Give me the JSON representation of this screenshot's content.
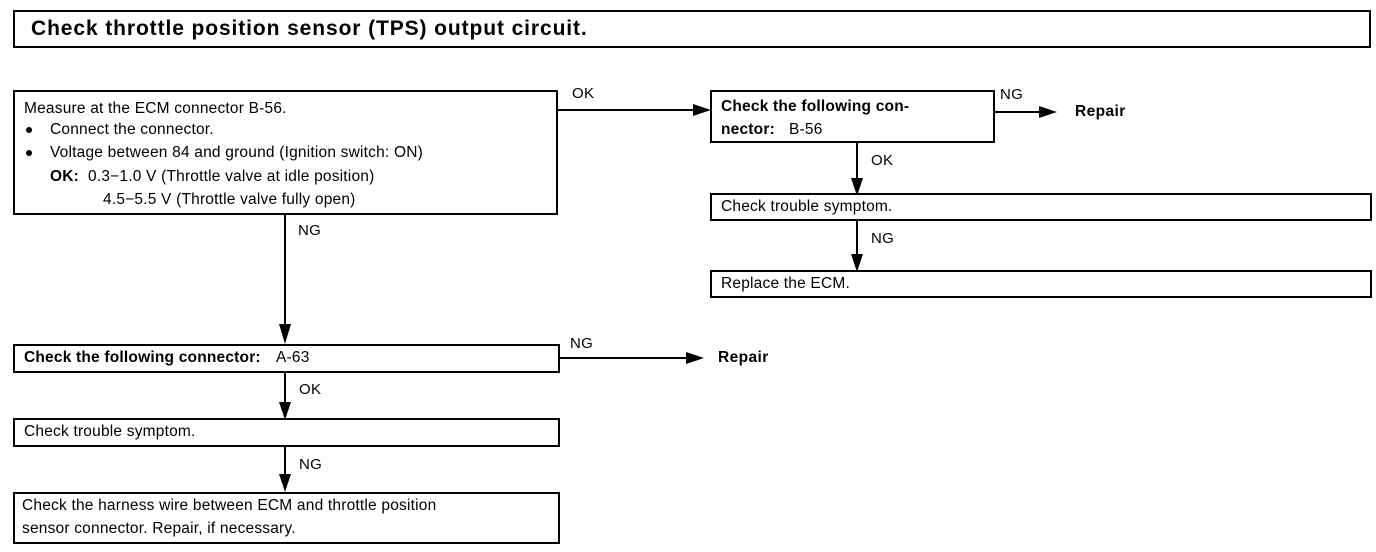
{
  "header": {
    "title": "Check throttle position sensor (TPS) output circuit."
  },
  "flow": {
    "measure_box": {
      "line1": "Measure at the ECM connector B-56.",
      "bullet1": "Connect the connector.",
      "bullet2": "Voltage between 84 and ground (Ignition switch: ON)",
      "ok_label": "OK:",
      "ok_value1": "0.3−1.0 V (Throttle valve at idle position)",
      "ok_value2": "4.5−5.5 V (Throttle valve fully open)"
    },
    "connector_b56_box": {
      "bold_text": "Check the following con-\nnector:",
      "line1_bold": "Check the following con-",
      "line2_bold": "nector:",
      "connector_id": "B-56"
    },
    "connector_a63_box": {
      "bold_text": "Check the following connector:",
      "connector_id": "A-63"
    },
    "trouble_symptom_right": "Check trouble symptom.",
    "replace_ecm": "Replace the ECM.",
    "trouble_symptom_left": "Check trouble symptom.",
    "harness_box": {
      "line1": "Check the harness wire between ECM and throttle position",
      "line2": "sensor connector. Repair, if necessary."
    },
    "repair_right_top": "Repair",
    "repair_left": "Repair"
  },
  "edges": {
    "measure_to_b56": "OK",
    "measure_to_a63": "NG",
    "b56_to_repair": "NG",
    "b56_to_symptom": "OK",
    "symptom_to_replace": "NG",
    "a63_to_repair": "NG",
    "a63_to_symptom": "OK",
    "symptom_to_harness": "NG"
  },
  "colors": {
    "ink": "#000000",
    "paper": "#ffffff"
  }
}
